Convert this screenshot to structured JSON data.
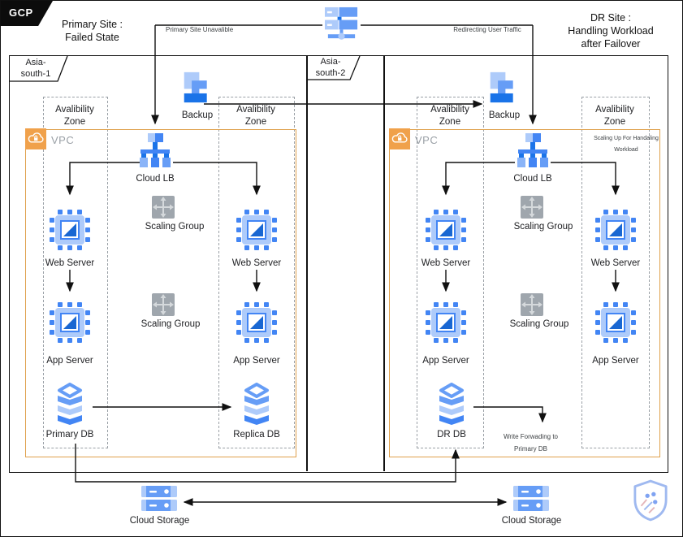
{
  "title_tab": "GCP",
  "site_states": {
    "primary": [
      "Primary Site :",
      "Failed State"
    ],
    "dr": [
      "DR Site :",
      "Handling Workload",
      "after Failover"
    ]
  },
  "annotations": {
    "primary_unavailable": "Primary Site Unavalible",
    "redirecting_traffic": "Redirecting User Traffic",
    "scaling_up": [
      "Scaling Up For Handaling",
      "Workload"
    ],
    "write_forwarding": [
      "Write Forwading to",
      "Primary DB"
    ]
  },
  "region_tabs": {
    "left": [
      "Asia-",
      "south-1"
    ],
    "right": [
      "Asia-",
      "south-2"
    ]
  },
  "zone_label": [
    "Avalibility",
    "Zone"
  ],
  "vpc_label": "VPC",
  "node_labels": {
    "backup": "Backup",
    "cloud_lb": "Cloud LB",
    "web_server": "Web Server",
    "app_server": "App Server",
    "scaling_group": "Scaling Group",
    "primary_db": "Primary DB",
    "replica_db": "Replica DB",
    "dr_db": "DR DB",
    "cloud_storage": "Cloud Storage"
  },
  "icons": {
    "dns": "dns-server-icon",
    "backup": "backup-stairs-icon",
    "cloud_lb": "load-balancer-icon",
    "server": "server-chip-icon",
    "database": "database-stack-icon",
    "cloud_storage": "cloud-storage-icon",
    "scaling_group": "scaling-crosshair-icon",
    "vpc": "vpc-cloud-lock-icon",
    "watermark": "shield-watermark-icon"
  },
  "colors": {
    "blue_light": "#aecbfa",
    "blue_mid": "#669df6",
    "blue": "#4285f4",
    "blue_dark": "#1a73e8",
    "vpc_orange": "#F0A14B",
    "zone_gray": "#9aa0a6",
    "scaling_gray": "#9fa6ad",
    "line_black": "#111111"
  }
}
